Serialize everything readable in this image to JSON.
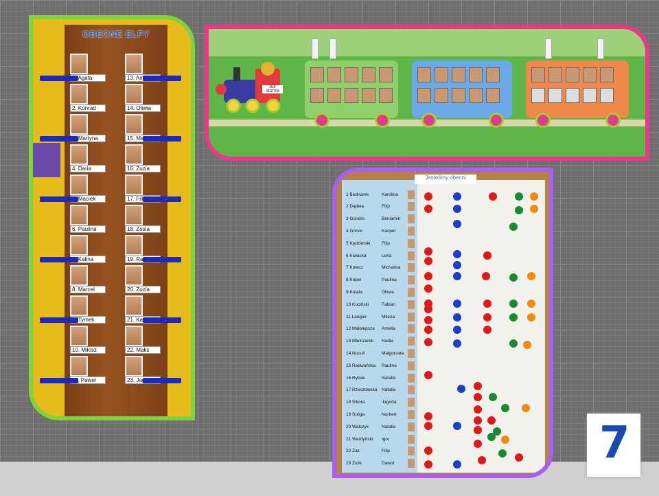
{
  "left_board": {
    "title": "OBECNE ELFY",
    "children_left": [
      "1. Agata",
      "2. Konrad",
      "3. Martyna",
      "4. Daria",
      "5. Maciek",
      "6. Paulina",
      "7. Kalina",
      "8. Marcel",
      "9. Tymek",
      "10. Miłosz",
      "11. Paweł"
    ],
    "children_right": [
      "13. Amelia",
      "14. Oliwia",
      "15. Mateusz",
      "16. Zuzia",
      "17. Filip",
      "18. Zosia",
      "19. Rafał",
      "20. Zuzia",
      "21. Kacper",
      "22. Maks",
      "23. Jagoda"
    ]
  },
  "train": {
    "engine_sign": "JUŻ JESTEM"
  },
  "right_board": {
    "title": "Jesteśmy obecni",
    "rows": [
      {
        "n": "1",
        "surname": "Bednarek",
        "name": "Karolina"
      },
      {
        "n": "2",
        "surname": "Dądela",
        "name": "Filip"
      },
      {
        "n": "3",
        "surname": "Gondro",
        "name": "Beniamin"
      },
      {
        "n": "4",
        "surname": "Górski",
        "name": "Kacper"
      },
      {
        "n": "5",
        "surname": "Kędzierski",
        "name": "Filip"
      },
      {
        "n": "6",
        "surname": "Kiwacka",
        "name": "Lena"
      },
      {
        "n": "7",
        "surname": "Kołacz",
        "name": "Michalina"
      },
      {
        "n": "8",
        "surname": "Koper",
        "name": "Paulina"
      },
      {
        "n": "9",
        "surname": "Kotala",
        "name": "Oliwia"
      },
      {
        "n": "10",
        "surname": "Kuciński",
        "name": "Fabian"
      },
      {
        "n": "11",
        "surname": "Langier",
        "name": "Milena"
      },
      {
        "n": "12",
        "surname": "Małolepsza",
        "name": "Amelia"
      },
      {
        "n": "13",
        "surname": "Mielczarek",
        "name": "Nadia"
      },
      {
        "n": "14",
        "surname": "Nocuń",
        "name": "Małgorzata"
      },
      {
        "n": "15",
        "surname": "Radwańska",
        "name": "Paulina"
      },
      {
        "n": "16",
        "surname": "Rybak",
        "name": "Natalia"
      },
      {
        "n": "17",
        "surname": "Rzeszowska",
        "name": "Natalia"
      },
      {
        "n": "18",
        "surname": "Sikora",
        "name": "Jagoda"
      },
      {
        "n": "19",
        "surname": "Suliga",
        "name": "Norbert"
      },
      {
        "n": "20",
        "surname": "Walczyk",
        "name": "Natalia"
      },
      {
        "n": "21",
        "surname": "Wardyński",
        "name": "Igor"
      },
      {
        "n": "22",
        "surname": "Żak",
        "name": "Filip"
      },
      {
        "n": "23",
        "surname": "Żulik",
        "name": "Dawid"
      }
    ]
  },
  "logo": {
    "number": "7"
  },
  "colors": {
    "frame_green": "#7ed23a",
    "frame_pink": "#f0368c",
    "frame_purple": "#a85ef0"
  }
}
